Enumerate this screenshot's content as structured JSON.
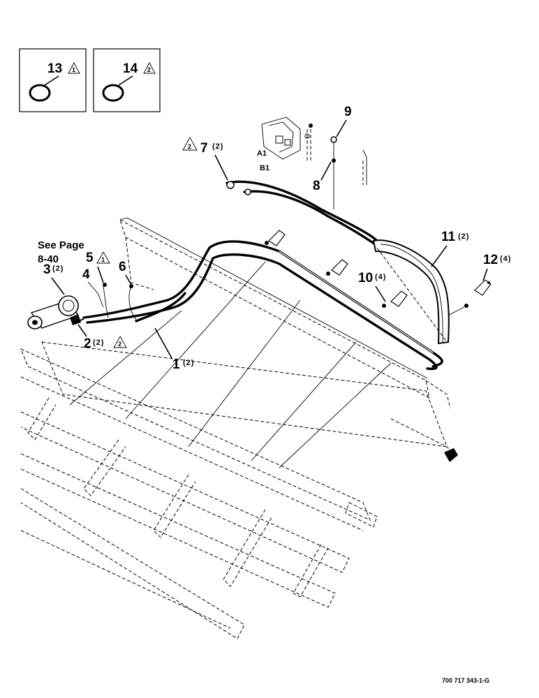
{
  "callouts": {
    "c13": {
      "num": "13",
      "note": "1"
    },
    "c14": {
      "num": "14",
      "note": "2"
    },
    "c9": {
      "num": "9"
    },
    "c7": {
      "num": "7",
      "qty": "(2)",
      "note": "2"
    },
    "c8": {
      "num": "8"
    },
    "c11": {
      "num": "11",
      "qty": "(2)"
    },
    "c12": {
      "num": "12",
      "qty": "(4)"
    },
    "c10": {
      "num": "10",
      "qty": "(4)"
    },
    "c5": {
      "num": "5",
      "note": "1"
    },
    "c6": {
      "num": "6"
    },
    "c4": {
      "num": "4"
    },
    "c3": {
      "num": "3",
      "qty": "(2)"
    },
    "c2": {
      "num": "2",
      "qty": "(2)",
      "note": "2"
    },
    "c1": {
      "num": "1",
      "qty": "(2)"
    }
  },
  "ports": {
    "a1": "A1",
    "b1": "B1"
  },
  "see_page": {
    "line1": "See Page",
    "line2": "8-40"
  },
  "drawing_number": "700 717 343-1-G"
}
